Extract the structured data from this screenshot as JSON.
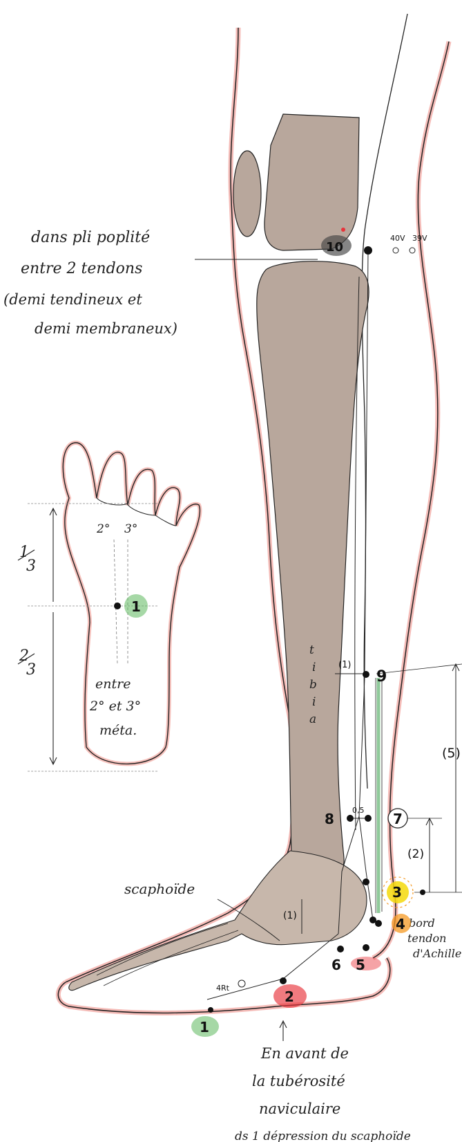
{
  "note_popliteal": [
    "dans pli poplité",
    "entre 2 tendons",
    "(demi tendineux et",
    "demi membraneux)"
  ],
  "note_sole": [
    "entre",
    "2° et 3°",
    "méta."
  ],
  "note_navicular": [
    "En avant de",
    "la tubérosité",
    "naviculaire",
    "ds 1 dépression du scaphoïde"
  ],
  "label_scaphoide": "scaphoïde",
  "label_tibia_letters": [
    "t",
    "i",
    "b",
    "i",
    "a"
  ],
  "label_bord": [
    "bord",
    "tendon",
    "d'Achille"
  ],
  "sole_fractions": {
    "upper": [
      "1",
      "3"
    ],
    "lower": [
      "2",
      "3"
    ]
  },
  "sole_toe_labels": [
    "2°",
    "3°"
  ],
  "measures": {
    "m_1_knee": "(1)",
    "m_05": "0,5",
    "m_1_ankle": "(1)",
    "m_2": "(2)",
    "m_5": "(5)"
  },
  "small_labels": {
    "p40": "40V",
    "p39": "39V",
    "p4rt": "4Rt"
  },
  "points": [
    {
      "id": "1",
      "label": "1",
      "highlight": "#5cb85c"
    },
    {
      "id": "2",
      "label": "2",
      "highlight": "#e8333a"
    },
    {
      "id": "3",
      "label": "3",
      "highlight": "#f5d90a"
    },
    {
      "id": "4",
      "label": "4",
      "highlight": "#f59a23"
    },
    {
      "id": "5",
      "label": "5",
      "highlight": "#e8333a"
    },
    {
      "id": "6",
      "label": "6",
      "highlight": ""
    },
    {
      "id": "7",
      "label": "7",
      "highlight": ""
    },
    {
      "id": "8",
      "label": "8",
      "highlight": ""
    },
    {
      "id": "9",
      "label": "9",
      "highlight": ""
    },
    {
      "id": "10",
      "label": "10",
      "highlight": "#444444"
    }
  ],
  "colors": {
    "bone": "#b8a79c",
    "skin_outline": "#f2a6a0",
    "tendon": "#8fc99a",
    "ink": "#111111"
  }
}
